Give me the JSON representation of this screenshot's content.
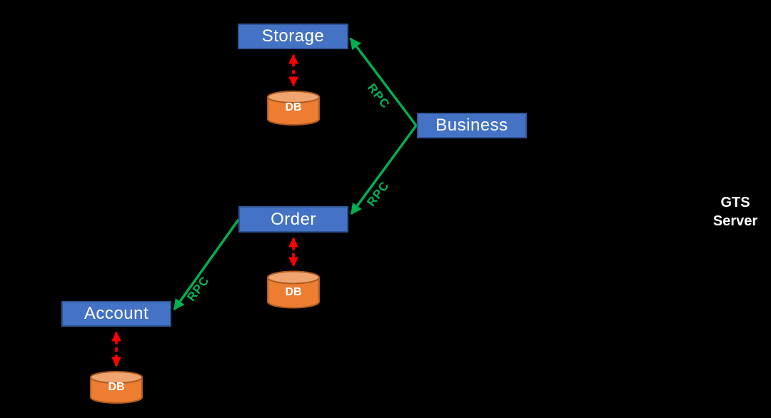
{
  "diagram": {
    "nodes": [
      {
        "id": "storage",
        "label": "Storage"
      },
      {
        "id": "business",
        "label": "Business"
      },
      {
        "id": "order",
        "label": "Order"
      },
      {
        "id": "account",
        "label": "Account"
      }
    ],
    "databases": [
      {
        "attached_to": "storage",
        "label": "DB"
      },
      {
        "attached_to": "order",
        "label": "DB"
      },
      {
        "attached_to": "account",
        "label": "DB"
      }
    ],
    "edges": [
      {
        "from": "business",
        "to": "storage",
        "label": "RPC"
      },
      {
        "from": "business",
        "to": "order",
        "label": "RPC"
      },
      {
        "from": "order",
        "to": "account",
        "label": "RPC"
      }
    ],
    "server": {
      "line1": "GTS",
      "line2": "Server"
    },
    "colors": {
      "background": "#000000",
      "node_fill": "#4472C4",
      "node_border": "#2F5597",
      "cylinder_fill": "#ED7D31",
      "cylinder_top": "#F0A470",
      "cylinder_border": "#AC5A20",
      "rpc_green": "#00B050",
      "db_arrow_red": "#FF0000",
      "text_white": "#FFFFFF"
    }
  }
}
